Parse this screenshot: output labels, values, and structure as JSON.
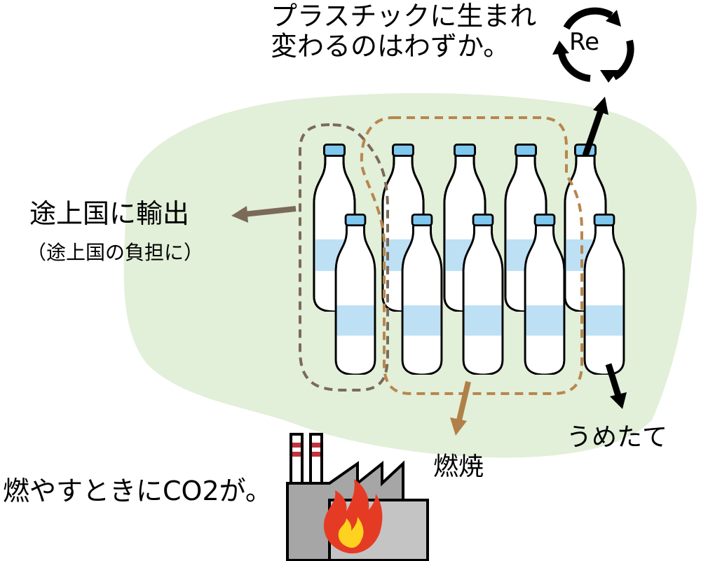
{
  "labels": {
    "recycle_line1": "プラスチックに生まれ",
    "recycle_line2": "変わるのはわずか。",
    "recycle_mark": "Re",
    "export": "途上国に輸出",
    "export_note": "（途上国の負担に）",
    "incineration": "燃焼",
    "landfill": "うめたて",
    "co2": "燃やすときにCO2が。"
  },
  "colors": {
    "blob": "#e2efd9",
    "export_arrow": "#7b6a58",
    "export_outline": "#7b6a58",
    "incineration_arrow": "#b08048",
    "incineration_outline": "#b8864c",
    "water": "#bde0f5",
    "cap": "#7ec8f0",
    "factory_main": "#a6a6a6",
    "factory_stripe": "#c0333a",
    "flame_outer": "#e53b24",
    "flame_inner": "#ffd21f"
  },
  "icons": [
    "recycle-icon",
    "bottle-icon",
    "factory-icon",
    "flame-icon"
  ]
}
